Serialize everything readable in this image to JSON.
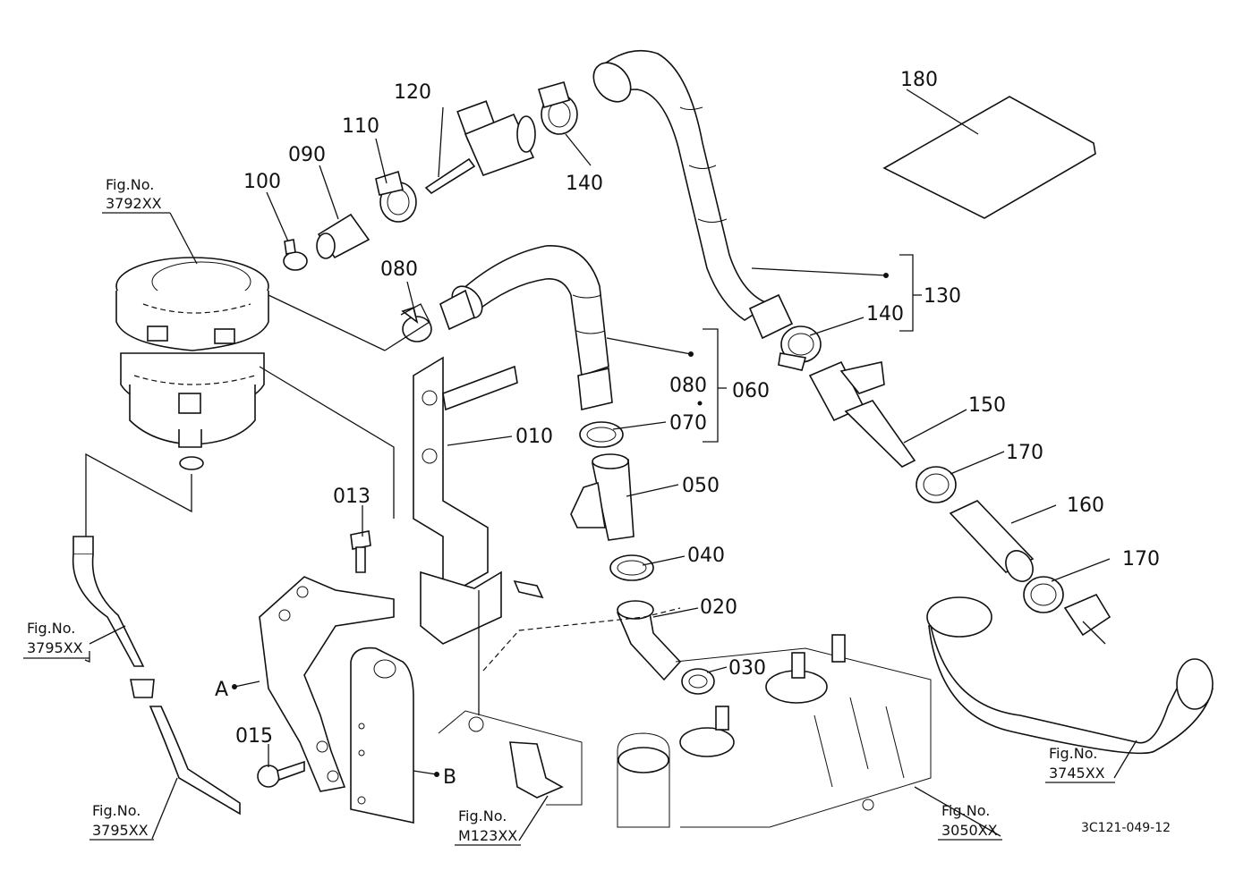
{
  "parts": {
    "p010": "010",
    "p013": "013",
    "p015": "015",
    "p020": "020",
    "p030": "030",
    "p040": "040",
    "p050": "050",
    "p060": "060",
    "p070": "070",
    "p080a": "080",
    "p080b": "080",
    "p090": "090",
    "p100": "100",
    "p110": "110",
    "p120": "120",
    "p130": "130",
    "p140a": "140",
    "p140b": "140",
    "p150": "150",
    "p160": "160",
    "p170a": "170",
    "p170b": "170",
    "p180": "180"
  },
  "points": {
    "a": "A",
    "b": "B"
  },
  "figrefs": {
    "fig_label": "Fig.No.",
    "r3792": "3792XX",
    "r3795a": "3795XX",
    "r3795b": "3795XX",
    "rM123": "M123XX",
    "r3050": "3050XX",
    "r3745": "3745XX"
  },
  "drawing_code": "3C121-049-12"
}
